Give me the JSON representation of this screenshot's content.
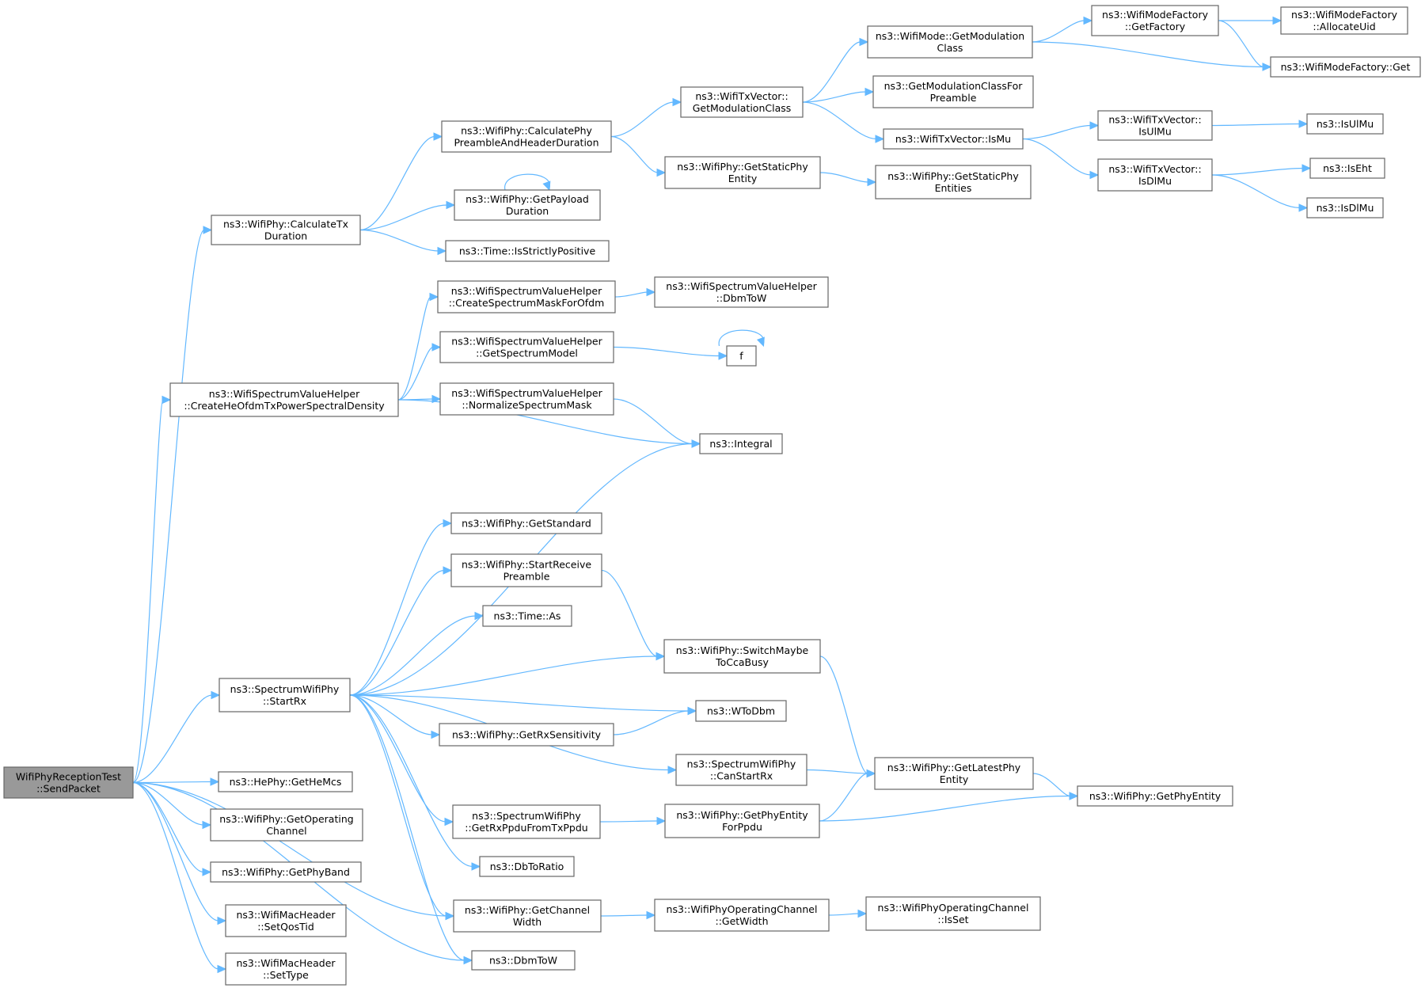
{
  "colors": {
    "edge": "#63b8ff",
    "node_border": "#666666",
    "root_fill": "#999999",
    "node_fill": "#ffffff"
  },
  "nodes": [
    {
      "id": "root",
      "lines": [
        "WifiPhyReceptionTest",
        "::SendPacket"
      ],
      "root": true
    },
    {
      "id": "calcTx",
      "lines": [
        "ns3::WifiPhy::CalculateTx",
        "Duration"
      ]
    },
    {
      "id": "calcPre",
      "lines": [
        "ns3::WifiPhy::CalculatePhy",
        "PreambleAndHeaderDuration"
      ]
    },
    {
      "id": "getPay",
      "lines": [
        "ns3::WifiPhy::GetPayload",
        "Duration"
      ]
    },
    {
      "id": "strict",
      "lines": [
        "ns3::Time::IsStrictlyPositive"
      ]
    },
    {
      "id": "getModClass",
      "lines": [
        "ns3::WifiTxVector::",
        "GetModulationClass"
      ]
    },
    {
      "id": "staticPhy",
      "lines": [
        "ns3::WifiPhy::GetStaticPhy",
        "Entity"
      ]
    },
    {
      "id": "modeGetMod",
      "lines": [
        "ns3::WifiMode::GetModulation",
        "Class"
      ]
    },
    {
      "id": "modForPre",
      "lines": [
        "ns3::GetModulationClassFor",
        "Preamble"
      ]
    },
    {
      "id": "isMu",
      "lines": [
        "ns3::WifiTxVector::IsMu"
      ]
    },
    {
      "id": "staticEnts",
      "lines": [
        "ns3::WifiPhy::GetStaticPhy",
        "Entities"
      ]
    },
    {
      "id": "getFactory",
      "lines": [
        "ns3::WifiModeFactory",
        "::GetFactory"
      ]
    },
    {
      "id": "allocUid",
      "lines": [
        "ns3::WifiModeFactory",
        "::AllocateUid"
      ]
    },
    {
      "id": "factGet",
      "lines": [
        "ns3::WifiModeFactory::Get"
      ]
    },
    {
      "id": "tvUl",
      "lines": [
        "ns3::WifiTxVector::",
        "IsUlMu"
      ]
    },
    {
      "id": "tvDl",
      "lines": [
        "ns3::WifiTxVector::",
        "IsDlMu"
      ]
    },
    {
      "id": "isUl",
      "lines": [
        "ns3::IsUlMu"
      ]
    },
    {
      "id": "isEht",
      "lines": [
        "ns3::IsEht"
      ]
    },
    {
      "id": "isDl",
      "lines": [
        "ns3::IsDlMu"
      ]
    },
    {
      "id": "heOfdm",
      "lines": [
        "ns3::WifiSpectrumValueHelper",
        "::CreateHeOfdmTxPowerSpectralDensity"
      ]
    },
    {
      "id": "maskOfdm",
      "lines": [
        "ns3::WifiSpectrumValueHelper",
        "::CreateSpectrumMaskForOfdm"
      ]
    },
    {
      "id": "specModel",
      "lines": [
        "ns3::WifiSpectrumValueHelper",
        "::GetSpectrumModel"
      ]
    },
    {
      "id": "normMask",
      "lines": [
        "ns3::WifiSpectrumValueHelper",
        "::NormalizeSpectrumMask"
      ]
    },
    {
      "id": "dbmToW1",
      "lines": [
        "ns3::WifiSpectrumValueHelper",
        "::DbmToW"
      ]
    },
    {
      "id": "f",
      "lines": [
        "f"
      ]
    },
    {
      "id": "integral",
      "lines": [
        "ns3::Integral"
      ]
    },
    {
      "id": "startRx",
      "lines": [
        "ns3::SpectrumWifiPhy",
        "::StartRx"
      ]
    },
    {
      "id": "getStd",
      "lines": [
        "ns3::WifiPhy::GetStandard"
      ]
    },
    {
      "id": "startRecv",
      "lines": [
        "ns3::WifiPhy::StartReceive",
        "Preamble"
      ]
    },
    {
      "id": "timeAs",
      "lines": [
        "ns3::Time::As"
      ]
    },
    {
      "id": "switchCca",
      "lines": [
        "ns3::WifiPhy::SwitchMaybe",
        "ToCcaBusy"
      ]
    },
    {
      "id": "wToDbm",
      "lines": [
        "ns3::WToDbm"
      ]
    },
    {
      "id": "rxSens",
      "lines": [
        "ns3::WifiPhy::GetRxSensitivity"
      ]
    },
    {
      "id": "canStart",
      "lines": [
        "ns3::SpectrumWifiPhy",
        "::CanStartRx"
      ]
    },
    {
      "id": "latest",
      "lines": [
        "ns3::WifiPhy::GetLatestPhy",
        "Entity"
      ]
    },
    {
      "id": "physEnt",
      "lines": [
        "ns3::WifiPhy::GetPhyEntity"
      ]
    },
    {
      "id": "rxPpdu",
      "lines": [
        "ns3::SpectrumWifiPhy",
        "::GetRxPpduFromTxPpdu"
      ]
    },
    {
      "id": "entPpdu",
      "lines": [
        "ns3::WifiPhy::GetPhyEntity",
        "ForPpdu"
      ]
    },
    {
      "id": "dbToRatio",
      "lines": [
        "ns3::DbToRatio"
      ]
    },
    {
      "id": "chWidth",
      "lines": [
        "ns3::WifiPhy::GetChannel",
        "Width"
      ]
    },
    {
      "id": "opWidth",
      "lines": [
        "ns3::WifiPhyOperatingChannel",
        "::GetWidth"
      ]
    },
    {
      "id": "isSet",
      "lines": [
        "ns3::WifiPhyOperatingChannel",
        "::IsSet"
      ]
    },
    {
      "id": "dbmToW2",
      "lines": [
        "ns3::DbmToW"
      ]
    },
    {
      "id": "heMcs",
      "lines": [
        "ns3::HePhy::GetHeMcs"
      ]
    },
    {
      "id": "opChan",
      "lines": [
        "ns3::WifiPhy::GetOperating",
        "Channel"
      ]
    },
    {
      "id": "phyBand",
      "lines": [
        "ns3::WifiPhy::GetPhyBand"
      ]
    },
    {
      "id": "qosTid",
      "lines": [
        "ns3::WifiMacHeader",
        "::SetQosTid"
      ]
    },
    {
      "id": "setType",
      "lines": [
        "ns3::WifiMacHeader",
        "::SetType"
      ]
    }
  ],
  "edges": [
    [
      "root",
      "calcTx"
    ],
    [
      "root",
      "heOfdm"
    ],
    [
      "root",
      "startRx"
    ],
    [
      "root",
      "heMcs"
    ],
    [
      "root",
      "opChan"
    ],
    [
      "root",
      "phyBand"
    ],
    [
      "root",
      "qosTid"
    ],
    [
      "root",
      "setType"
    ],
    [
      "root",
      "chWidth"
    ],
    [
      "root",
      "dbmToW2"
    ],
    [
      "calcTx",
      "calcPre"
    ],
    [
      "calcTx",
      "getPay"
    ],
    [
      "calcTx",
      "strict"
    ],
    [
      "calcPre",
      "getModClass"
    ],
    [
      "calcPre",
      "staticPhy"
    ],
    [
      "getPay",
      "getPay"
    ],
    [
      "getModClass",
      "modeGetMod"
    ],
    [
      "getModClass",
      "modForPre"
    ],
    [
      "getModClass",
      "isMu"
    ],
    [
      "modeGetMod",
      "getFactory"
    ],
    [
      "modeGetMod",
      "factGet"
    ],
    [
      "getFactory",
      "allocUid"
    ],
    [
      "getFactory",
      "factGet"
    ],
    [
      "isMu",
      "tvUl"
    ],
    [
      "isMu",
      "tvDl"
    ],
    [
      "tvUl",
      "isUl"
    ],
    [
      "tvDl",
      "isEht"
    ],
    [
      "tvDl",
      "isDl"
    ],
    [
      "staticPhy",
      "staticEnts"
    ],
    [
      "heOfdm",
      "maskOfdm"
    ],
    [
      "heOfdm",
      "specModel"
    ],
    [
      "heOfdm",
      "normMask"
    ],
    [
      "heOfdm",
      "integral"
    ],
    [
      "maskOfdm",
      "dbmToW1"
    ],
    [
      "specModel",
      "f"
    ],
    [
      "f",
      "f"
    ],
    [
      "normMask",
      "integral"
    ],
    [
      "startRx",
      "integral"
    ],
    [
      "startRx",
      "getStd"
    ],
    [
      "startRx",
      "startRecv"
    ],
    [
      "startRx",
      "timeAs"
    ],
    [
      "startRx",
      "switchCca"
    ],
    [
      "startRx",
      "wToDbm"
    ],
    [
      "startRx",
      "rxSens"
    ],
    [
      "startRx",
      "canStart"
    ],
    [
      "startRx",
      "rxPpdu"
    ],
    [
      "startRx",
      "dbToRatio"
    ],
    [
      "startRx",
      "chWidth"
    ],
    [
      "startRx",
      "dbmToW2"
    ],
    [
      "startRecv",
      "switchCca"
    ],
    [
      "switchCca",
      "latest"
    ],
    [
      "rxSens",
      "wToDbm"
    ],
    [
      "canStart",
      "latest"
    ],
    [
      "latest",
      "physEnt"
    ],
    [
      "rxPpdu",
      "entPpdu"
    ],
    [
      "entPpdu",
      "latest"
    ],
    [
      "entPpdu",
      "physEnt"
    ],
    [
      "chWidth",
      "opWidth"
    ],
    [
      "opWidth",
      "isSet"
    ]
  ]
}
